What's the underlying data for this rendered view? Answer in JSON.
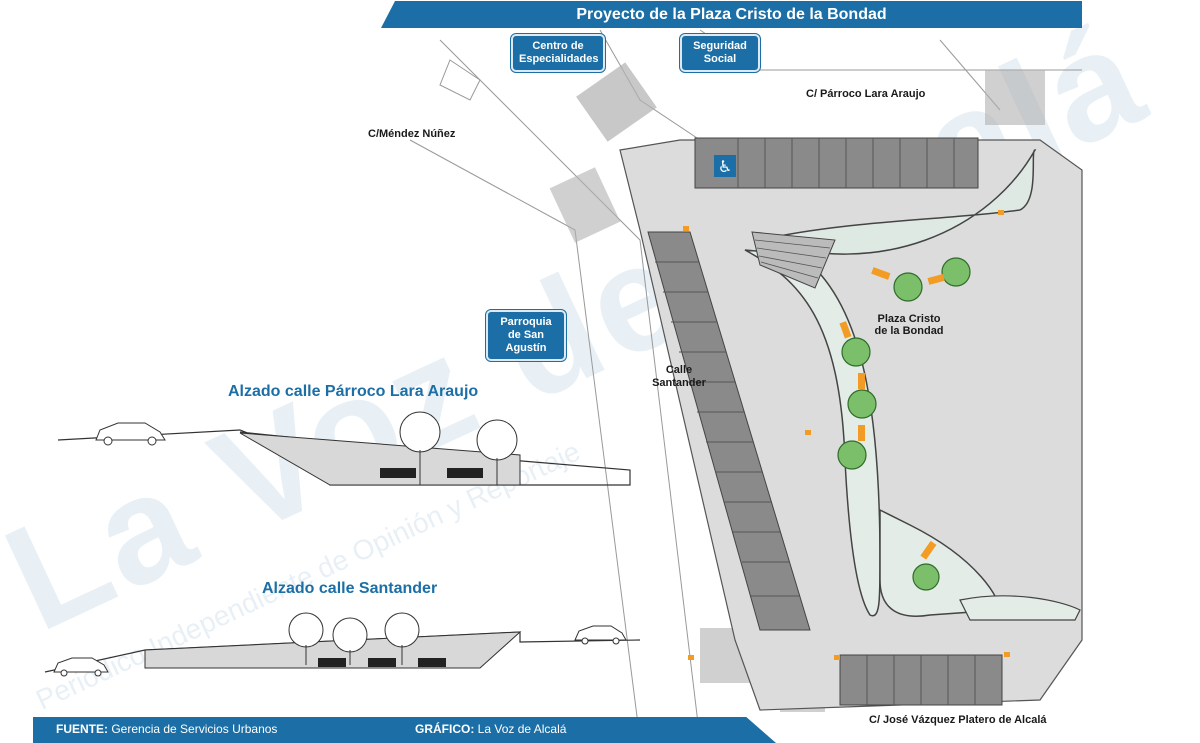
{
  "title": "Proyecto de la Plaza Cristo de la Bondad",
  "labels": {
    "centro": "Centro de Especialidades",
    "seguridad": "Seguridad Social",
    "parroquia": "Parroquia de San Agustín"
  },
  "streets": {
    "lara": "C/ Párroco Lara Araujo",
    "mendez": "C/Méndez Núñez",
    "santander": "Calle Santander",
    "jose": "C/ José Vázquez Platero de Alcalá"
  },
  "plaza_label": "Plaza Cristo de la Bondad",
  "elevations": {
    "lara": "Alzado calle Párroco Lara Araujo",
    "santander": "Alzado calle Santander"
  },
  "footer": {
    "fuente_key": "FUENTE:",
    "fuente_val": "Gerencia de Servicios Urbanos",
    "grafico_key": "GRÁFICO:",
    "grafico_val": "La Voz de Alcalá"
  },
  "watermark": {
    "big": "La Voz de Alcalá",
    "small": "Periódico Independiente de Opinión y Reportaje"
  },
  "colors": {
    "accent": "#1c6fa6",
    "parking": "#8a8a8a",
    "paving": "#dcdcdc",
    "bench": "#f39c25",
    "tree": "#7cbf6a"
  }
}
